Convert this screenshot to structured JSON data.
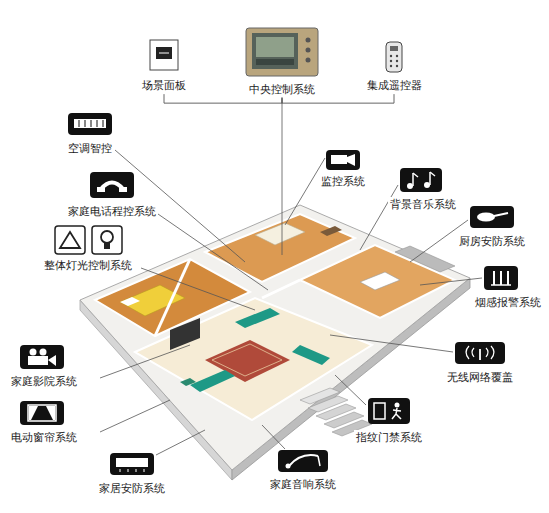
{
  "diagram": {
    "nodes": [
      {
        "text": [
          "场景面板"
        ]
      },
      {
        "text": [
          "中央控制系统"
        ]
      },
      {
        "text": [
          "集成遥控器"
        ]
      },
      {
        "text": [
          "空调智控"
        ]
      },
      {
        "text": [
          "监控系统"
        ]
      },
      {
        "text": [
          "家庭电话程控系统"
        ]
      },
      {
        "text": [
          "背景音乐系统"
        ]
      },
      {
        "text": [
          "厨房安防系统"
        ]
      },
      {
        "text": [
          "整体灯光控制系统"
        ]
      },
      {
        "text": [
          "烟感报警系统"
        ]
      },
      {
        "text": [
          "无线网络覆盖"
        ]
      },
      {
        "text": [
          "家庭影院系统"
        ]
      },
      {
        "text": [
          "电动窗帘系统"
        ]
      },
      {
        "text": [
          "指纹门禁系统"
        ]
      },
      {
        "text": [
          "家居安防系统"
        ]
      },
      {
        "text": [
          "家庭音响系统"
        ]
      }
    ],
    "edges": [
      {
        "from": 1,
        "to": 0,
        "arrow": "none"
      },
      {
        "from": 1,
        "to": 2,
        "arrow": "none"
      }
    ]
  }
}
